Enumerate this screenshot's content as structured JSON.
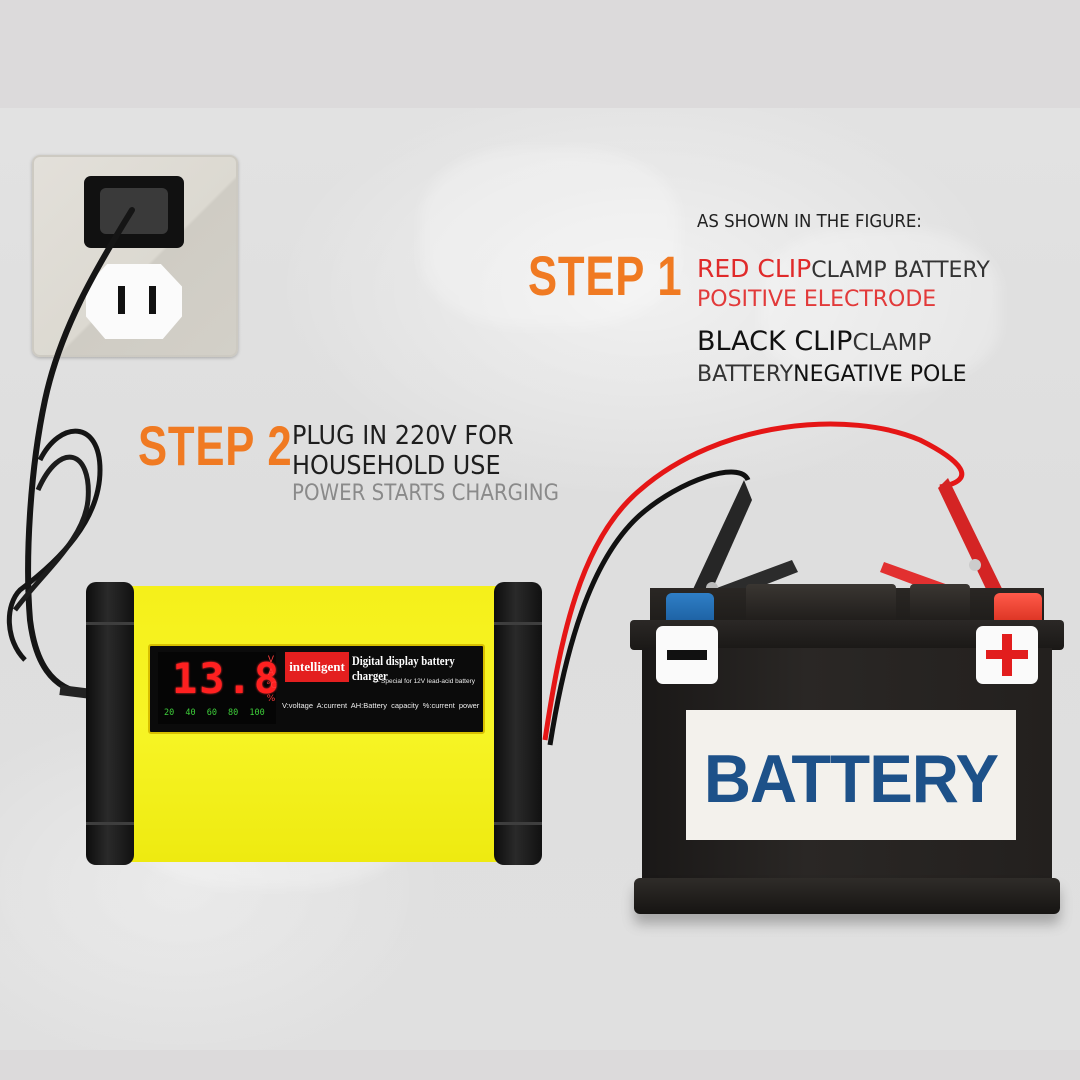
{
  "colors": {
    "background": "#dcdadb",
    "step_orange": "#f07a22",
    "red_text": "#e02a2a",
    "dark_text": "#222222",
    "gray_text": "#8a8a8a",
    "charger_yellow": "#f5f01a",
    "battery_label_blue": "#1d5189"
  },
  "step1": {
    "label": "STEP 1",
    "header": "AS SHOWN IN THE FIGURE:",
    "line1_red": "RED CLIP",
    "line1_dark": "CLAMP BATTERY",
    "line2_red": "POSITIVE ELECTRODE",
    "line3_black": "BLACK CLIP",
    "line3_dark": "CLAMP",
    "line4_dark": "BATTERY",
    "line4_black": "NEGATIVE POLE"
  },
  "step2": {
    "label": "STEP 2",
    "line1": "PLUG IN 220V FOR",
    "line2": "HOUSEHOLD USE",
    "line3": "POWER STARTS CHARGING"
  },
  "charger": {
    "display_value": "13.8",
    "units": [
      "V",
      "A",
      "°C",
      "%"
    ],
    "level_markers": "20 40 60 80 100",
    "badge": "intelligent",
    "title": "Digital display battery charger",
    "subtitle": "— Special for 12V lead-acid battery",
    "legend": "V:voltage   A:current   AH:Battery capacity   %:current power"
  },
  "battery": {
    "label": "BATTERY",
    "negative_symbol": "minus-icon",
    "positive_symbol": "plus-icon"
  },
  "icons": {
    "outlet": "wall-outlet-icon",
    "black_clamp": "black-clamp-icon",
    "red_clamp": "red-clamp-icon",
    "power_cord": "power-cord-icon"
  }
}
